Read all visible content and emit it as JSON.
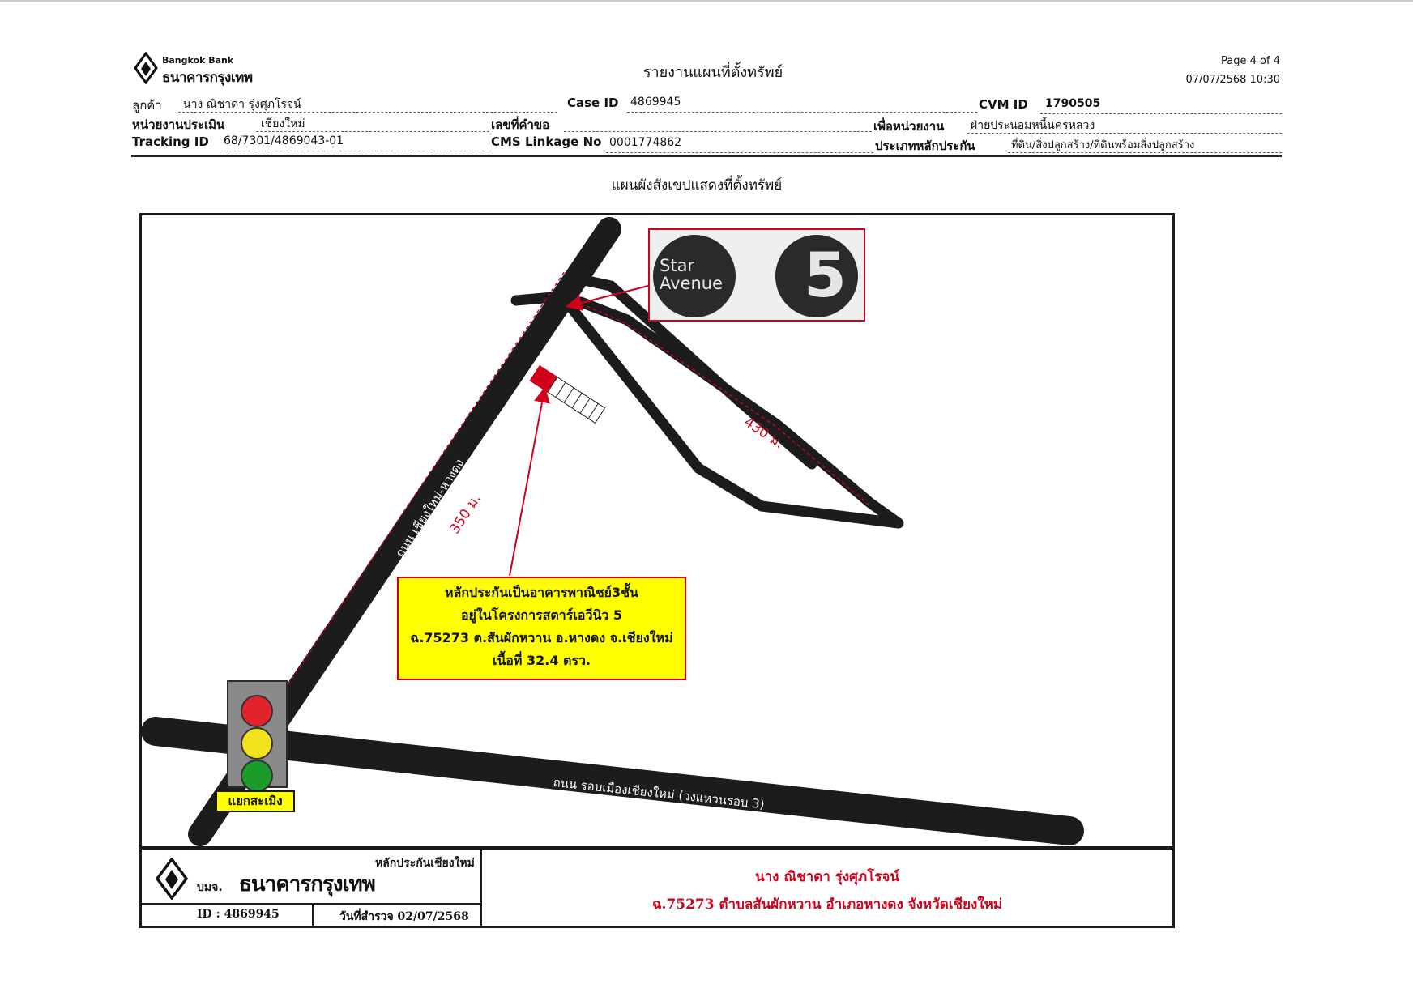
{
  "header": {
    "logo_en": "Bangkok Bank",
    "logo_th": "ธนาคารกรุงเทพ",
    "title": "รายงานแผนที่ตั้งทรัพย์",
    "page": "Page 4 of 4",
    "printed": "07/07/2568 10:30"
  },
  "fields": {
    "customer_label": "ลูกค้า",
    "customer_value": "นาง ณิชาดา รุ่งศุภโรจน์",
    "case_label": "Case ID",
    "case_value": "4869945",
    "cvm_label": "CVM ID",
    "cvm_value": "1790505",
    "unit_label": "หน่วยงานประเมิน",
    "unit_value": "เชียงใหม่",
    "request_label": "เลขที่คำขอ",
    "request_value": "",
    "for_unit_label": "เพื่อหน่วยงาน",
    "for_unit_value": "ฝ่ายประนอมหนี้นครหลวง",
    "tracking_label": "Tracking ID",
    "tracking_value": "68/7301/4869043-01",
    "cms_label": "CMS Linkage No",
    "cms_value": "0001774862",
    "collateral_type_label": "ประเภทหลักประกัน",
    "collateral_type_value": "ที่ดิน/สิ่งปลูกสร้าง/ที่ดินพร้อมสิ่งปลูกสร้าง"
  },
  "map": {
    "heading": "แผนผังสังเขปแสดงที่ตั้งทรัพย์",
    "road_diagonal": "ถนน เชียงใหม่-หางดง",
    "road_main": "ถนน รอบเมืองเชียงใหม่ (วงแหวนรอบ 3)",
    "dist_350": "350 ม.",
    "dist_430": "430 ม.",
    "project_logo": {
      "line1": "Star",
      "line2": "Avenue",
      "number": "5"
    },
    "callout_lines": [
      "หลักประกันเป็นอาคารพาณิชย์3ชั้น",
      "อยู่ในโครงการสตาร์เอวีนิว 5",
      "ฉ.75273 ต.สันผักหวาน อ.หางดง จ.เชียงใหม่",
      "เนื้อที่ 32.4 ตรว."
    ],
    "junction": "แยกสะเมิง"
  },
  "footer": {
    "branch": "หลักประกันเชียงใหม่",
    "prefix": "บมจ.",
    "bank": "ธนาคารกรุงเทพ",
    "id": "ID : 4869945",
    "survey_date": "วันที่สำรวจ 02/07/2568",
    "owner": "นาง ณิชาดา รุ่งศุภโรจน์",
    "address": "ฉ.75273  ตำบลสันผักหวาน  อำเภอหางดง จังหวัดเชียงใหม่"
  },
  "colors": {
    "accent_red": "#d0021b",
    "road": "#1c1c1c",
    "callout_fill": "#ffff00"
  },
  "icons": [
    "bangkok-bank-lotus-icon",
    "traffic-light-icon"
  ]
}
